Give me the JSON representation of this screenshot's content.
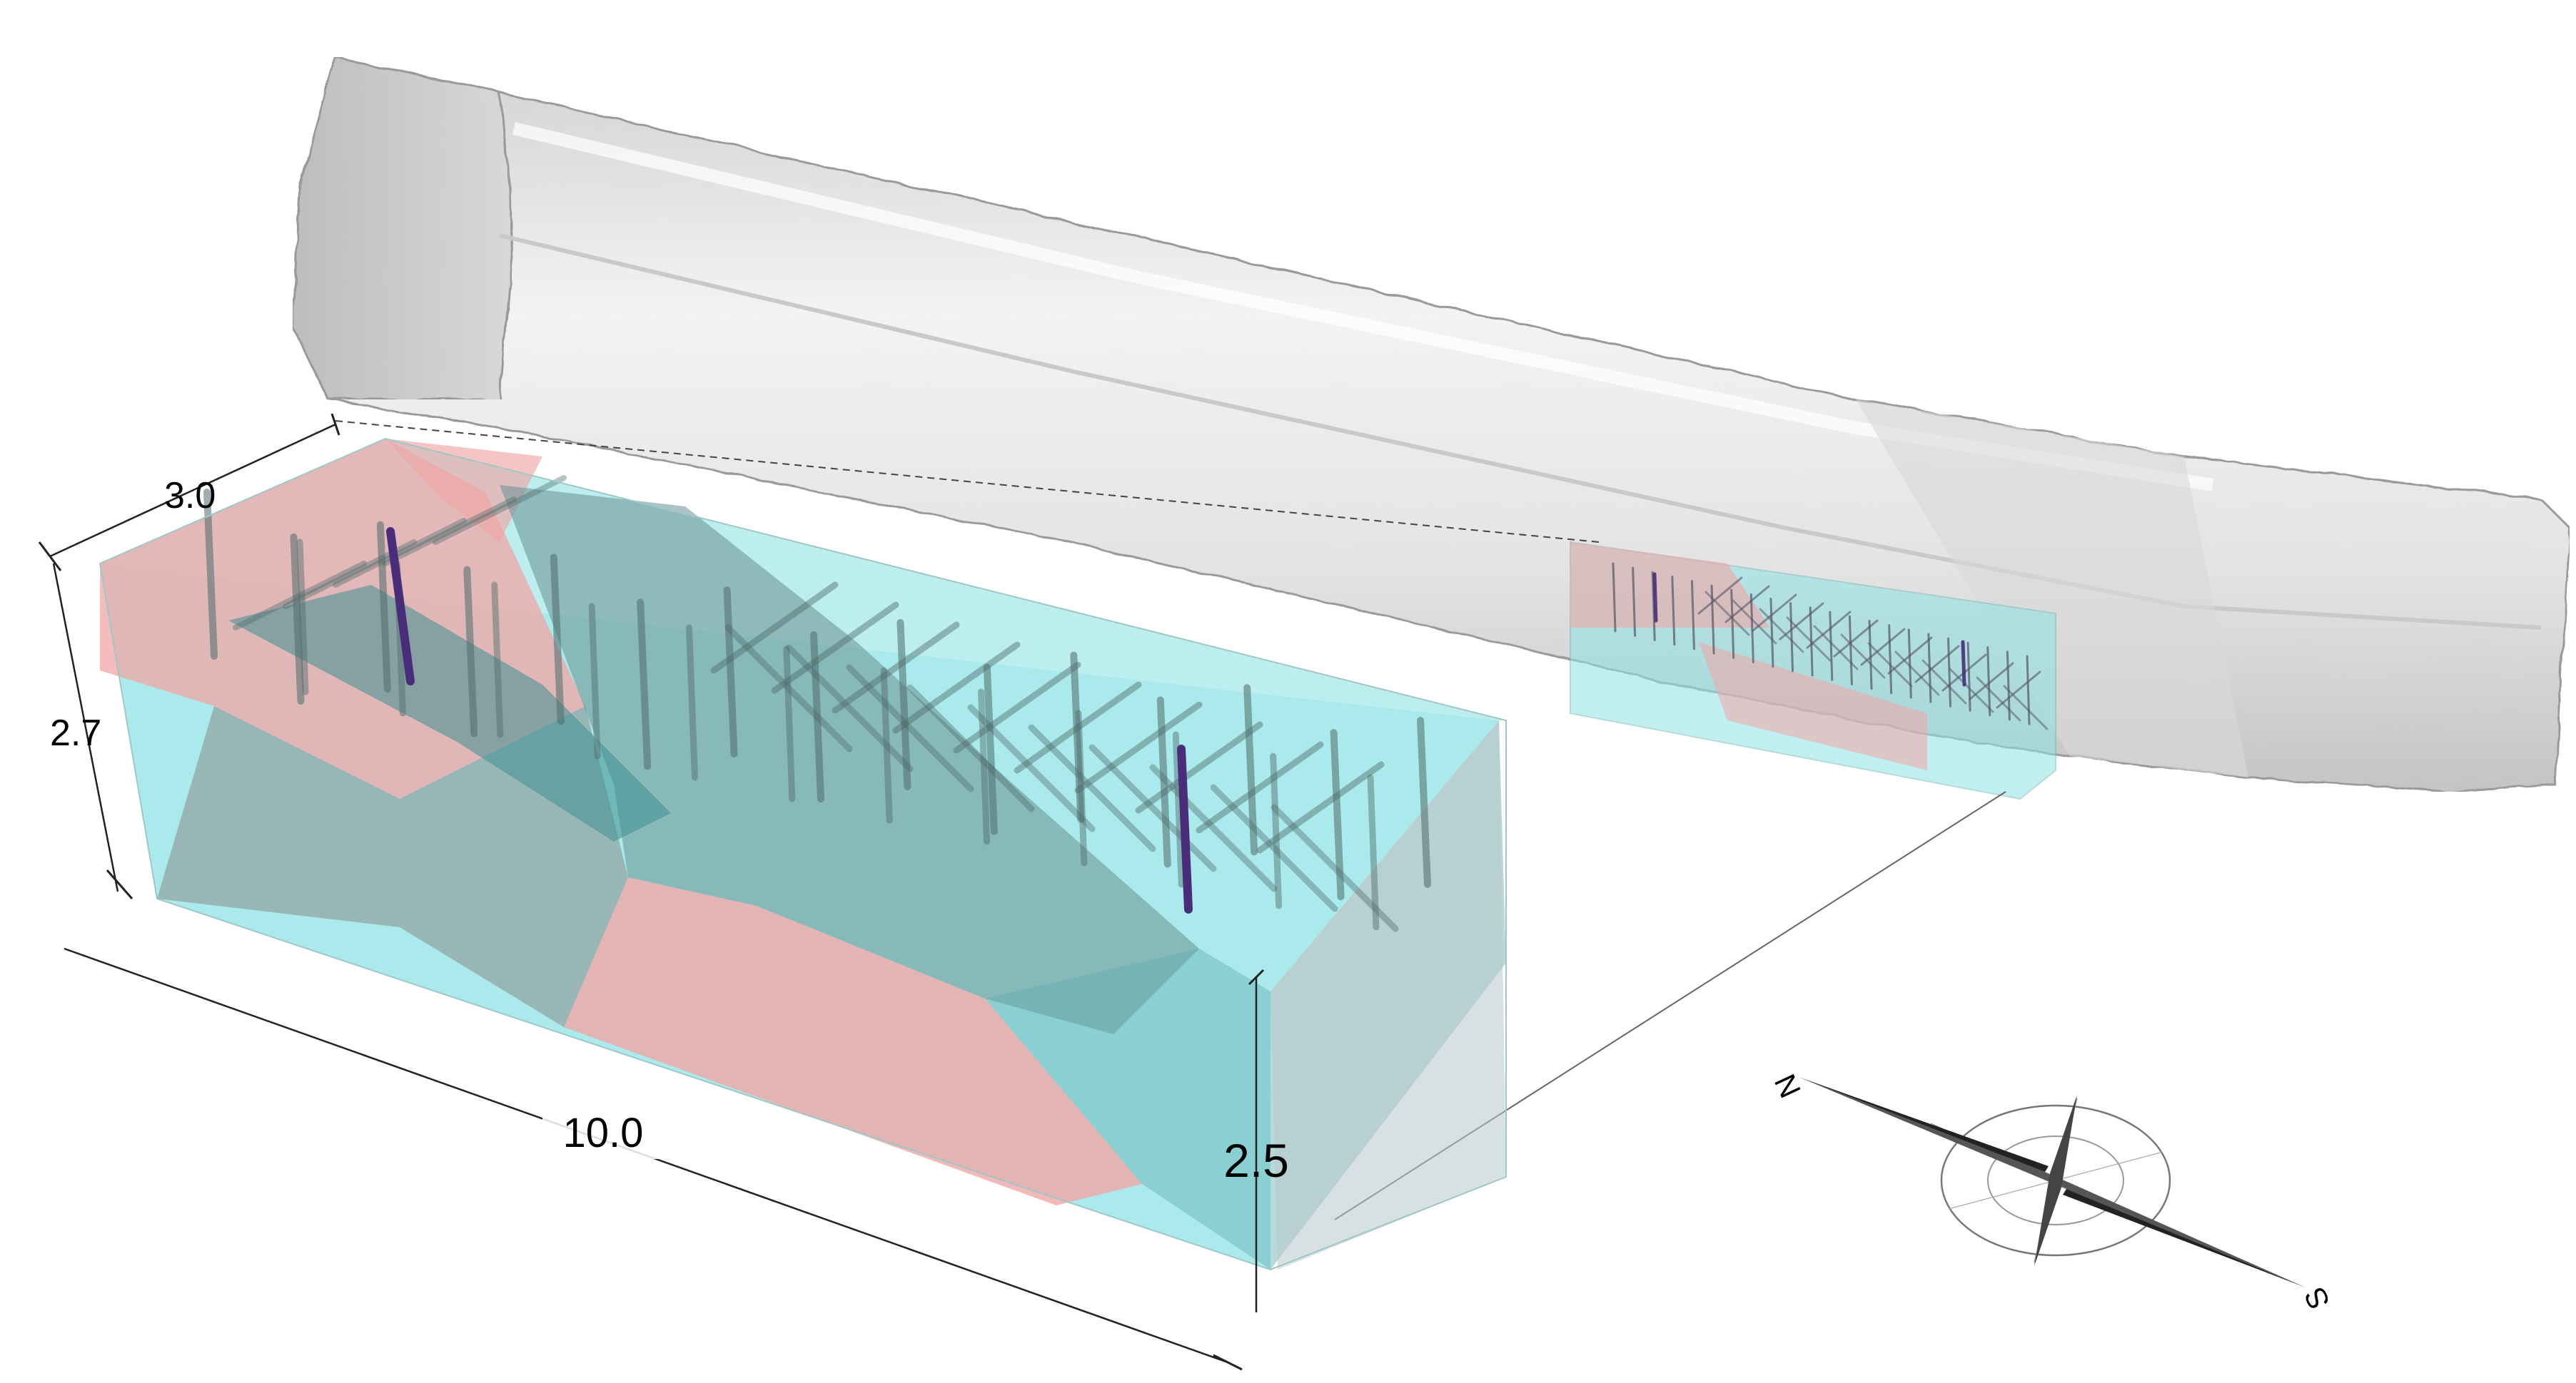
{
  "dimensions": {
    "width": "3.0",
    "height": "2.7",
    "length": "10.0",
    "depth": "2.5"
  },
  "compass": {
    "north": "N",
    "south": "S"
  },
  "colors": {
    "tunnel": "#e4e4e4",
    "tunnel_light": "#f2f2f2",
    "tunnel_shadow": "#b9b9b9",
    "layer_red": "#f0a6a6",
    "layer_cyan": "#8fe3e6",
    "fault_plane": "#5e9a9a",
    "bolt": "#4f6b6b",
    "bolt_highlight": "#4a2d7a"
  }
}
